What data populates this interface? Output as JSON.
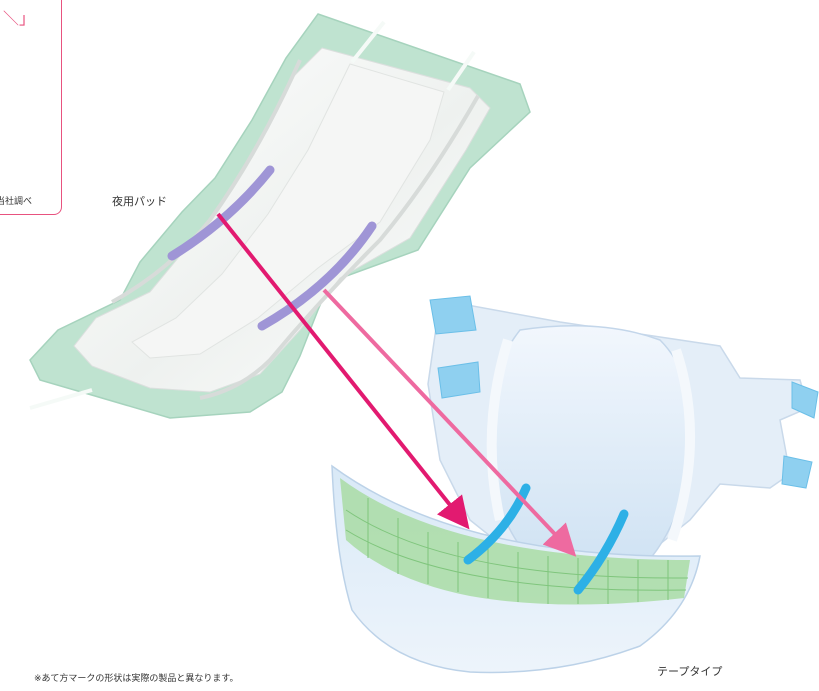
{
  "callout": {
    "bracket_text": "＼」",
    "note": "当社調べ"
  },
  "labels": {
    "night_pad": "夜用パッド",
    "tape_type": "テープタイプ",
    "footnote": "※あて方マークの形状は実際の製品と異なります。"
  },
  "colors": {
    "pad_green": "#bfe3d0",
    "pad_white": "#f7f8f7",
    "pad_purple": "#9f95d6",
    "diaper_blue": "#dfeaf6",
    "diaper_accent": "#2db0e6",
    "diaper_green_panel": "#a9dca4",
    "arrow_pink": "#ee6aa0",
    "arrow_magenta": "#e21a70",
    "callout_border": "#e8527f"
  },
  "icons": {
    "callout": "callout-box",
    "arrows": "arrow-right-down-icon"
  }
}
